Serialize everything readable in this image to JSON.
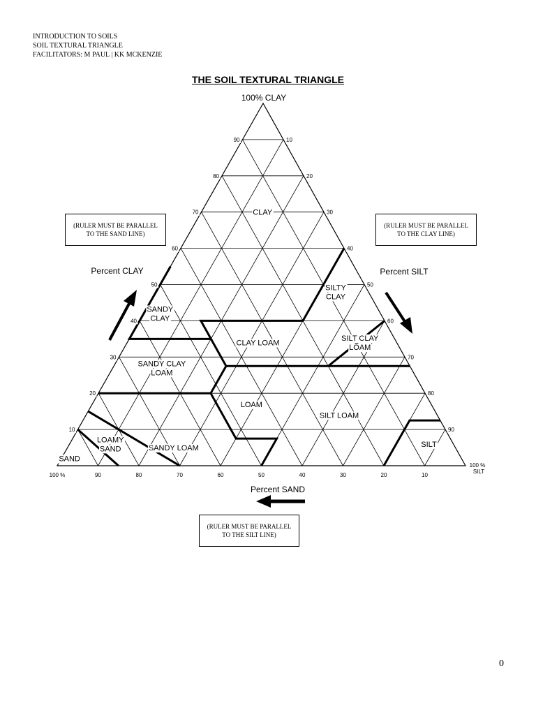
{
  "header": {
    "line1": "INTRODUCTION TO SOILS",
    "line2": "SOIL TEXTURAL TRIANGLE",
    "line3": "FACILITATORS: M PAUL | KK MCKENZIE"
  },
  "title": "THE SOIL TEXTURAL TRIANGLE",
  "notes": {
    "left": "(RULER MUST BE PARALLEL TO THE SAND LINE)",
    "right": "(RULER MUST BE PARALLEL TO THE CLAY LINE)",
    "bottom": "(RULER MUST BE PARALLEL TO THE SILT LINE)"
  },
  "axes": {
    "clay_top": "100% CLAY",
    "silt_corner_1": "100 %",
    "silt_corner_2": "SILT",
    "sand_corner": "100 %",
    "percent_clay": "Percent CLAY",
    "percent_silt": "Percent SILT",
    "percent_sand": "Percent SAND"
  },
  "ticks": {
    "clay": [
      "10",
      "20",
      "30",
      "40",
      "50",
      "60",
      "70",
      "80",
      "90"
    ],
    "silt": [
      "10",
      "20",
      "30",
      "40",
      "50",
      "60",
      "70",
      "80",
      "90"
    ],
    "sand": [
      "10",
      "20",
      "30",
      "40",
      "50",
      "60",
      "70",
      "80",
      "90"
    ]
  },
  "classes": [
    {
      "id": "clay",
      "lines": [
        "CLAY"
      ],
      "clay": 70,
      "silt": 15
    },
    {
      "id": "silty-clay",
      "lines": [
        "SILTY",
        "CLAY"
      ],
      "clay": 48,
      "silt": 44
    },
    {
      "id": "sandy-clay",
      "lines": [
        "SANDY",
        "CLAY"
      ],
      "clay": 42,
      "silt": 4
    },
    {
      "id": "clay-loam",
      "lines": [
        "CLAY LOAM"
      ],
      "clay": 34,
      "silt": 32
    },
    {
      "id": "silt-clay-loam",
      "lines": [
        "SILT CLAY",
        "LOAM"
      ],
      "clay": 34,
      "silt": 57
    },
    {
      "id": "sandy-clay-loam",
      "lines": [
        "SANDY CLAY",
        "LOAM"
      ],
      "clay": 27,
      "silt": 12
    },
    {
      "id": "loam",
      "lines": [
        "LOAM"
      ],
      "clay": 17,
      "silt": 39
    },
    {
      "id": "silt-loam",
      "lines": [
        "SILT LOAM"
      ],
      "clay": 14,
      "silt": 62
    },
    {
      "id": "loamy-sand",
      "lines": [
        "LOAMY",
        "SAND"
      ],
      "clay": 6,
      "silt": 10
    },
    {
      "id": "sandy-loam",
      "lines": [
        "SANDY LOAM"
      ],
      "clay": 5,
      "silt": 26
    },
    {
      "id": "silt",
      "lines": [
        "SILT"
      ],
      "clay": 6,
      "silt": 88
    },
    {
      "id": "sand",
      "lines": [
        "SAND"
      ],
      "clay": 2,
      "silt": 2
    }
  ],
  "boundaries": [
    [
      [
        55,
        0
      ],
      [
        35,
        0
      ],
      [
        35,
        20
      ],
      [
        40,
        15
      ],
      [
        40,
        40
      ],
      [
        60,
        40
      ]
    ],
    [
      [
        35,
        20
      ],
      [
        27.5,
        27.5
      ],
      [
        27.5,
        52.5
      ],
      [
        40,
        60
      ]
    ],
    [
      [
        27.5,
        27.5
      ],
      [
        20,
        27.5
      ],
      [
        20,
        0
      ]
    ],
    [
      [
        20,
        27.5
      ],
      [
        7.5,
        40
      ],
      [
        7.5,
        50
      ],
      [
        0,
        50
      ]
    ],
    [
      [
        27.5,
        52.5
      ],
      [
        27.5,
        72.5
      ]
    ],
    [
      [
        0,
        80
      ],
      [
        12.5,
        80
      ],
      [
        12.5,
        87.5
      ]
    ],
    [
      [
        15,
        0
      ],
      [
        0,
        30
      ]
    ],
    [
      [
        10,
        0
      ],
      [
        0,
        15
      ]
    ]
  ]
}
